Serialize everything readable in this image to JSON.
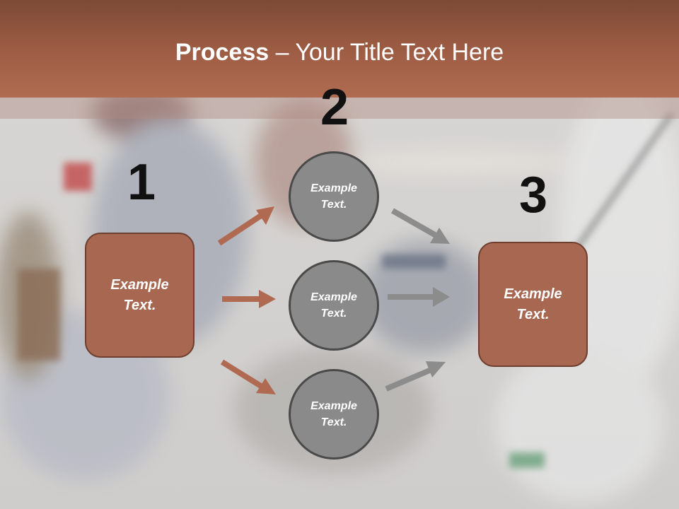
{
  "slide": {
    "title_bold": "Process",
    "title_rest": " – Your Title Text Here"
  },
  "steps": [
    {
      "number": "1",
      "text": "Example\nText."
    },
    {
      "number": "2",
      "circles": [
        "Example\nText.",
        "Example\nText.",
        "Example\nText."
      ]
    },
    {
      "number": "3",
      "text": "Example\nText."
    }
  ],
  "colors": {
    "header": "#9a5a42",
    "box_fill": "#a86750",
    "box_border": "#6e3e2e",
    "circle_fill": "#8a8a8a",
    "circle_border": "#4a4a4a",
    "arrow_brown": "#b06a52",
    "arrow_gray": "#8c8c8c"
  }
}
